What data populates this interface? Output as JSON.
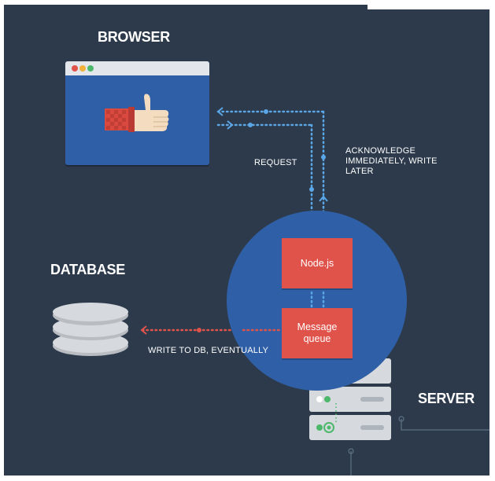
{
  "labels": {
    "browser": "BROWSER",
    "database": "DATABASE",
    "server": "SERVER",
    "request": "REQUEST",
    "acknowledge": "ACKNOWLEDGE\nIMMEDIATELY, WRITE\nLATER",
    "write_db": "WRITE TO DB, EVENTUALLY"
  },
  "boxes": {
    "node": "Node.js",
    "queue": "Message\nqueue"
  },
  "icons": {
    "browser_content": "thumbs-up-icon",
    "database": "database-stack-icon",
    "server": "server-rack-icon"
  },
  "colors": {
    "background": "#2c3a4b",
    "blue": "#2f5fa6",
    "red": "#e0534a",
    "arrow_blue": "#5aa6e6",
    "arrow_red": "#e0534a"
  }
}
